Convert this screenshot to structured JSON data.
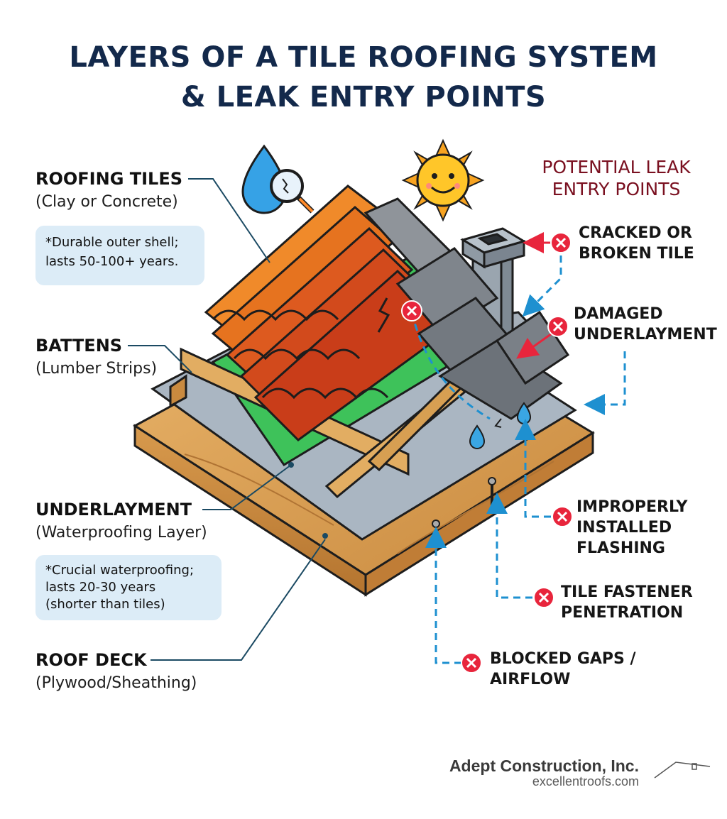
{
  "title": {
    "line1": "LAYERS OF A TILE ROOFING SYSTEM",
    "line2": "& LEAK ENTRY POINTS"
  },
  "layers": {
    "tiles": {
      "label": "ROOFING TILES",
      "sub": "(Clay or Concrete)",
      "note_line1": "*Durable outer shell;",
      "note_line2": "lasts 50-100+ years."
    },
    "battens": {
      "label": "BATTENS",
      "sub": "(Lumber Strips)"
    },
    "underlayment": {
      "label": "UNDERLAYMENT",
      "sub": "(Waterproofing Layer)",
      "note_line1": "*Crucial waterproofing;",
      "note_line2": "lasts 20-30 years",
      "note_line3": "(shorter than tiles)"
    },
    "deck": {
      "label": "ROOF DECK",
      "sub": "(Plywood/Sheathing)"
    }
  },
  "leaks": {
    "heading_line1": "POTENTIAL LEAK",
    "heading_line2": "ENTRY POINTS",
    "cracked_line1": "CRACKED OR",
    "cracked_line2": "BROKEN TILE",
    "damaged_line1": "DAMAGED",
    "damaged_line2": "UNDERLAYMENT",
    "flashing_line1": "IMPROPERLY",
    "flashing_line2": "INSTALLED",
    "flashing_line3": "FLASHING",
    "fastener_line1": "TILE FASTENER",
    "fastener_line2": "PENETRATION",
    "gaps_line1": "BLOCKED GAPS /",
    "gaps_line2": "AIRFLOW"
  },
  "footer": {
    "brand": "Adept Construction, Inc.",
    "site": "excellentroofs.com"
  },
  "colors": {
    "title": "#13294b",
    "leak_heading": "#7a1020",
    "warning": "#e8253c",
    "callout_line": "#1e90d0",
    "note_bg": "#dcecf7"
  }
}
